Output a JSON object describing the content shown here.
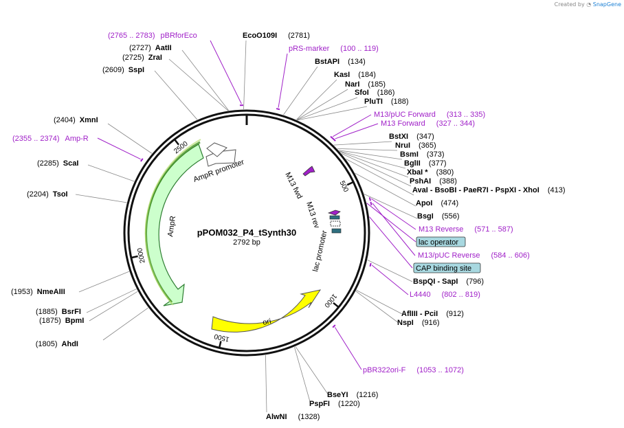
{
  "header": {
    "created_by": "Created by",
    "brand": "SnapGene"
  },
  "plasmid": {
    "name": "pPOM032_P4_tSynth30",
    "size": "2792 bp",
    "length": 2792
  },
  "ticks": [
    {
      "bp": 500,
      "label": "500"
    },
    {
      "bp": 1000,
      "label": "1000"
    },
    {
      "bp": 1500,
      "label": "1500"
    },
    {
      "bp": 2000,
      "label": "2000"
    },
    {
      "bp": 2500,
      "label": "2500"
    }
  ],
  "sites": [
    {
      "name": "EcoO109I",
      "pos": "(2781)",
      "bp": 2781
    },
    {
      "name": "BstAPI",
      "pos": "(134)",
      "bp": 134
    },
    {
      "name": "KasI",
      "pos": "(184)",
      "bp": 184
    },
    {
      "name": "NarI",
      "pos": "(185)",
      "bp": 185
    },
    {
      "name": "SfoI",
      "pos": "(186)",
      "bp": 186
    },
    {
      "name": "PluTI",
      "pos": "(188)",
      "bp": 188
    },
    {
      "name": "BstXI",
      "pos": "(347)",
      "bp": 347
    },
    {
      "name": "NruI",
      "pos": "(365)",
      "bp": 365
    },
    {
      "name": "BsmI",
      "pos": "(373)",
      "bp": 373
    },
    {
      "name": "BglII",
      "pos": "(377)",
      "bp": 377
    },
    {
      "name": "XbaI *",
      "pos": "(380)",
      "bp": 380
    },
    {
      "name": "PshAI",
      "pos": "(388)",
      "bp": 388
    },
    {
      "name": "AvaI - BsoBI - PaeR7I - PspXI - XhoI",
      "pos": "(413)",
      "bp": 413
    },
    {
      "name": "ApoI",
      "pos": "(474)",
      "bp": 474
    },
    {
      "name": "BsgI",
      "pos": "(556)",
      "bp": 556
    },
    {
      "name": "BspQI - SapI",
      "pos": "(796)",
      "bp": 796
    },
    {
      "name": "AflIII - PciI",
      "pos": "(912)",
      "bp": 912
    },
    {
      "name": "NspI",
      "pos": "(916)",
      "bp": 916
    },
    {
      "name": "BseYI",
      "pos": "(1216)",
      "bp": 1216
    },
    {
      "name": "PspFI",
      "pos": "(1220)",
      "bp": 1220
    },
    {
      "name": "AlwNI",
      "pos": "(1328)",
      "bp": 1328
    },
    {
      "name": "AhdI",
      "pos": "(1805)",
      "bp": 1805
    },
    {
      "name": "BpmI",
      "pos": "(1875)",
      "bp": 1875
    },
    {
      "name": "BsrFI",
      "pos": "(1885)",
      "bp": 1885
    },
    {
      "name": "NmeAIII",
      "pos": "(1953)",
      "bp": 1953
    },
    {
      "name": "TsoI",
      "pos": "(2204)",
      "bp": 2204
    },
    {
      "name": "ScaI",
      "pos": "(2285)",
      "bp": 2285
    },
    {
      "name": "XmnI",
      "pos": "(2404)",
      "bp": 2404
    },
    {
      "name": "SspI",
      "pos": "(2609)",
      "bp": 2609
    },
    {
      "name": "ZraI",
      "pos": "(2725)",
      "bp": 2725
    },
    {
      "name": "AatII",
      "pos": "(2727)",
      "bp": 2727
    }
  ],
  "primers": [
    {
      "name": "pBRforEco",
      "pos": "(2765 .. 2783)",
      "bp": 2774
    },
    {
      "name": "pRS-marker",
      "pos": "(100 .. 119)",
      "bp": 110
    },
    {
      "name": "M13/pUC Forward",
      "pos": "(313 .. 335)",
      "bp": 324
    },
    {
      "name": "M13 Forward",
      "pos": "(327 .. 344)",
      "bp": 335
    },
    {
      "name": "M13 Reverse",
      "pos": "(571 .. 587)",
      "bp": 579
    },
    {
      "name": "M13/pUC Reverse",
      "pos": "(584 .. 606)",
      "bp": 595
    },
    {
      "name": "L4440",
      "pos": "(802 .. 819)",
      "bp": 810
    },
    {
      "name": "pBR322ori-F",
      "pos": "(1053 .. 1072)",
      "bp": 1062
    },
    {
      "name": "Amp-R",
      "pos": "(2355 .. 2374)",
      "bp": 2364
    }
  ],
  "boxed": [
    {
      "name": "lac operator",
      "bp": 590
    },
    {
      "name": "CAP binding site",
      "bp": 640
    }
  ],
  "features": {
    "ampr": "AmpR",
    "ampr_promoter": "AmpR promoter",
    "ori": "ori",
    "m13_fwd": "M13 fwd",
    "m13_rev": "M13 rev",
    "lac_promoter": "lac promoter"
  },
  "colors": {
    "primer": "#a020c8",
    "ampr_fill": "#ccffcc",
    "ampr_stroke": "#2e7d32",
    "ori_fill": "#ffff00",
    "box_fill": "#a8d8e0",
    "lac_fill": "#2f6f7f",
    "backbone": "#111111"
  }
}
